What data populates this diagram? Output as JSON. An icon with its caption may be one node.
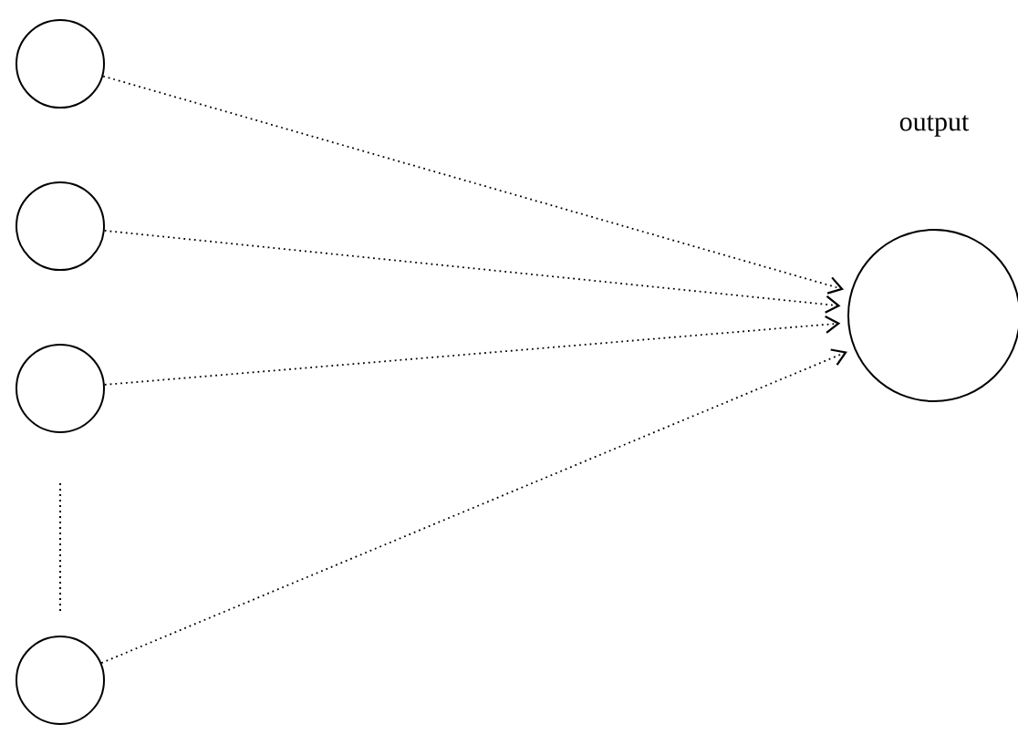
{
  "diagram": {
    "nodes": [
      {
        "text": [],
        "shape": "circle"
      },
      {
        "text": [],
        "shape": "circle"
      },
      {
        "text": [],
        "shape": "circle"
      },
      {
        "text": [],
        "shape": "circle"
      },
      {
        "text": [],
        "shape": "circle",
        "beside": [
          "output"
        ]
      }
    ],
    "edges": [
      {
        "from": 0,
        "to": 4,
        "arrow": "to"
      },
      {
        "from": 1,
        "to": 4,
        "arrow": "to"
      },
      {
        "from": 2,
        "to": 4,
        "arrow": "to"
      },
      {
        "from": 3,
        "to": 4,
        "arrow": "to"
      }
    ]
  }
}
